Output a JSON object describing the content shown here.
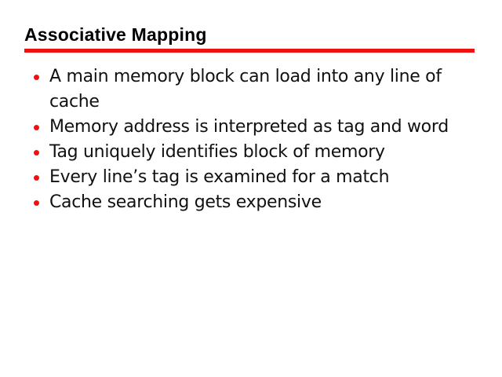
{
  "slide": {
    "title": "Associative Mapping",
    "accent_color": "#ee1111",
    "text_color": "#111111",
    "background_color": "#ffffff",
    "bullets": [
      {
        "text": "A main memory block can load into any line of cache"
      },
      {
        "text": "Memory address is interpreted as tag and word"
      },
      {
        "text": "Tag uniquely identifies block of memory"
      },
      {
        "text": "Every line’s tag is examined for a match"
      },
      {
        "text": "Cache searching gets expensive"
      }
    ]
  }
}
